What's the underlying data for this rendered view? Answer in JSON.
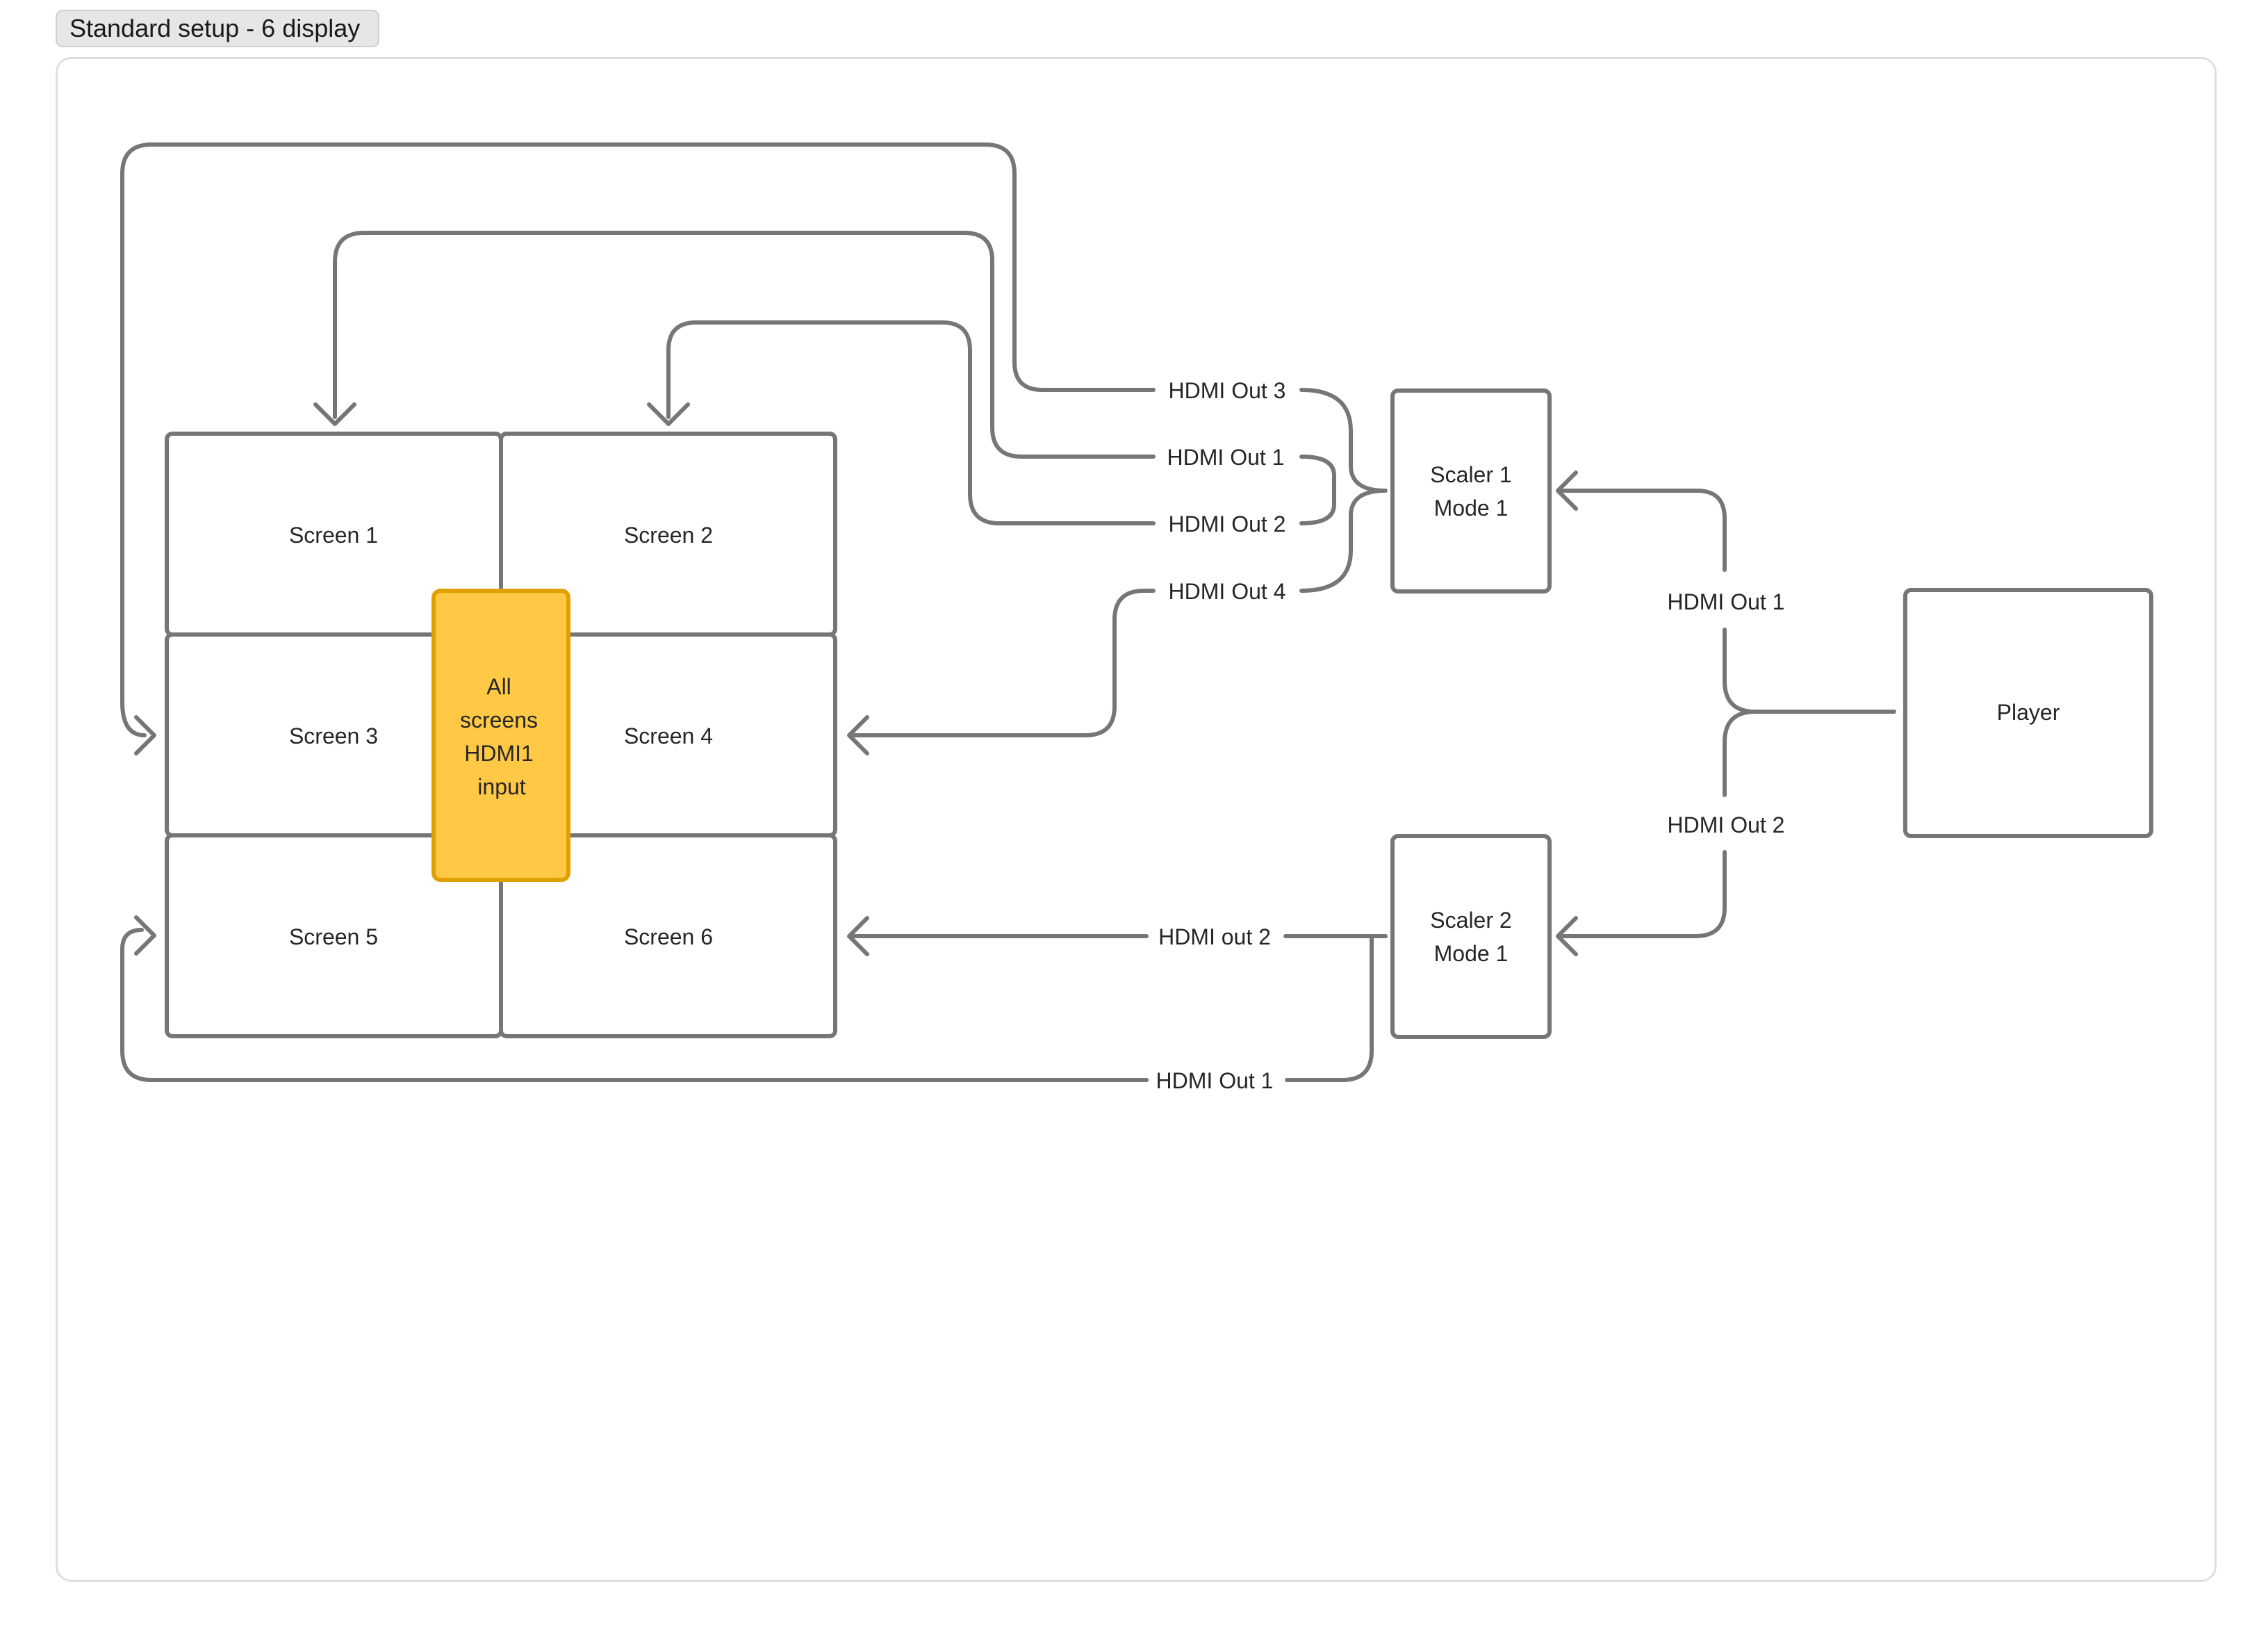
{
  "frame": {
    "title": "Standard setup - 6 display"
  },
  "screens": [
    "Screen 1",
    "Screen 2",
    "Screen 3",
    "Screen 4",
    "Screen 5",
    "Screen 6"
  ],
  "highlight": {
    "lines": [
      "All",
      "screens",
      "HDMI1",
      "input"
    ]
  },
  "scaler1": {
    "lines": [
      "Scaler 1",
      "Mode 1"
    ]
  },
  "scaler2": {
    "lines": [
      "Scaler 2",
      "Mode 1"
    ]
  },
  "player": {
    "label": "Player"
  },
  "scaler1_outputs": [
    "HDMI Out 3",
    "HDMI Out 1",
    "HDMI Out 2",
    "HDMI Out 4"
  ],
  "scaler2_outputs": [
    "HDMI out 2",
    "HDMI Out 1"
  ],
  "player_outputs": [
    "HDMI Out 1",
    "HDMI Out 2"
  ],
  "colors": {
    "line": "#767676",
    "highlight_fill": "#ffc845",
    "highlight_border": "#e0a100"
  }
}
